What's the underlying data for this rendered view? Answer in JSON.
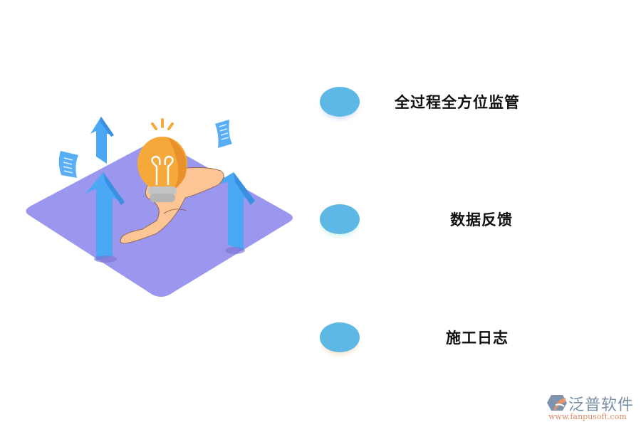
{
  "items": [
    {
      "label": "全过程全方位监管",
      "dot_color": "#5db8e6"
    },
    {
      "label": "数据反馈",
      "dot_color": "#5db8e6"
    },
    {
      "label": "施工日志",
      "dot_color": "#5db8e6"
    }
  ],
  "illustration": {
    "platform_color": "#9b97ee",
    "arrow_color": "#4aa8f5",
    "bulb_color": "#f5a93a",
    "hand_color": "#fcc596",
    "icons": [
      "lightbulb-icon",
      "hand-icon",
      "arrow-up-icon",
      "document-icon"
    ]
  },
  "logo": {
    "name": "泛普软件",
    "url": "www.fanpusoft.com",
    "name_color": "#7a8fa8",
    "url_color": "#d98b68"
  }
}
